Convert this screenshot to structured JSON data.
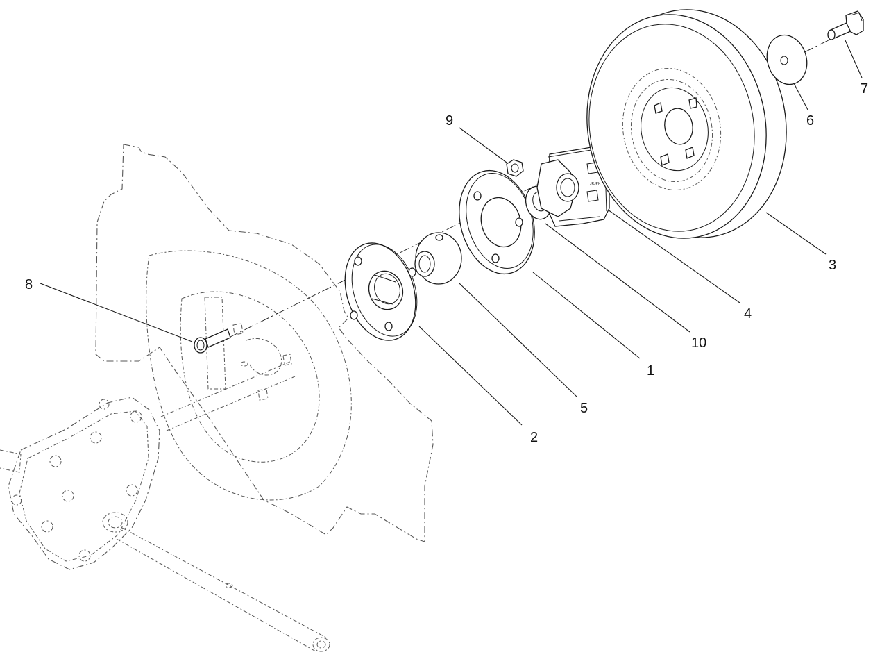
{
  "diagram": {
    "callouts": [
      {
        "id": "1",
        "label": "1"
      },
      {
        "id": "2",
        "label": "2"
      },
      {
        "id": "3",
        "label": "3"
      },
      {
        "id": "4",
        "label": "4"
      },
      {
        "id": "5",
        "label": "5"
      },
      {
        "id": "6",
        "label": "6"
      },
      {
        "id": "7",
        "label": "7"
      },
      {
        "id": "8",
        "label": "8"
      },
      {
        "id": "9",
        "label": "9"
      },
      {
        "id": "10",
        "label": "10"
      }
    ],
    "tiny_mark_text": "JRJPK"
  }
}
